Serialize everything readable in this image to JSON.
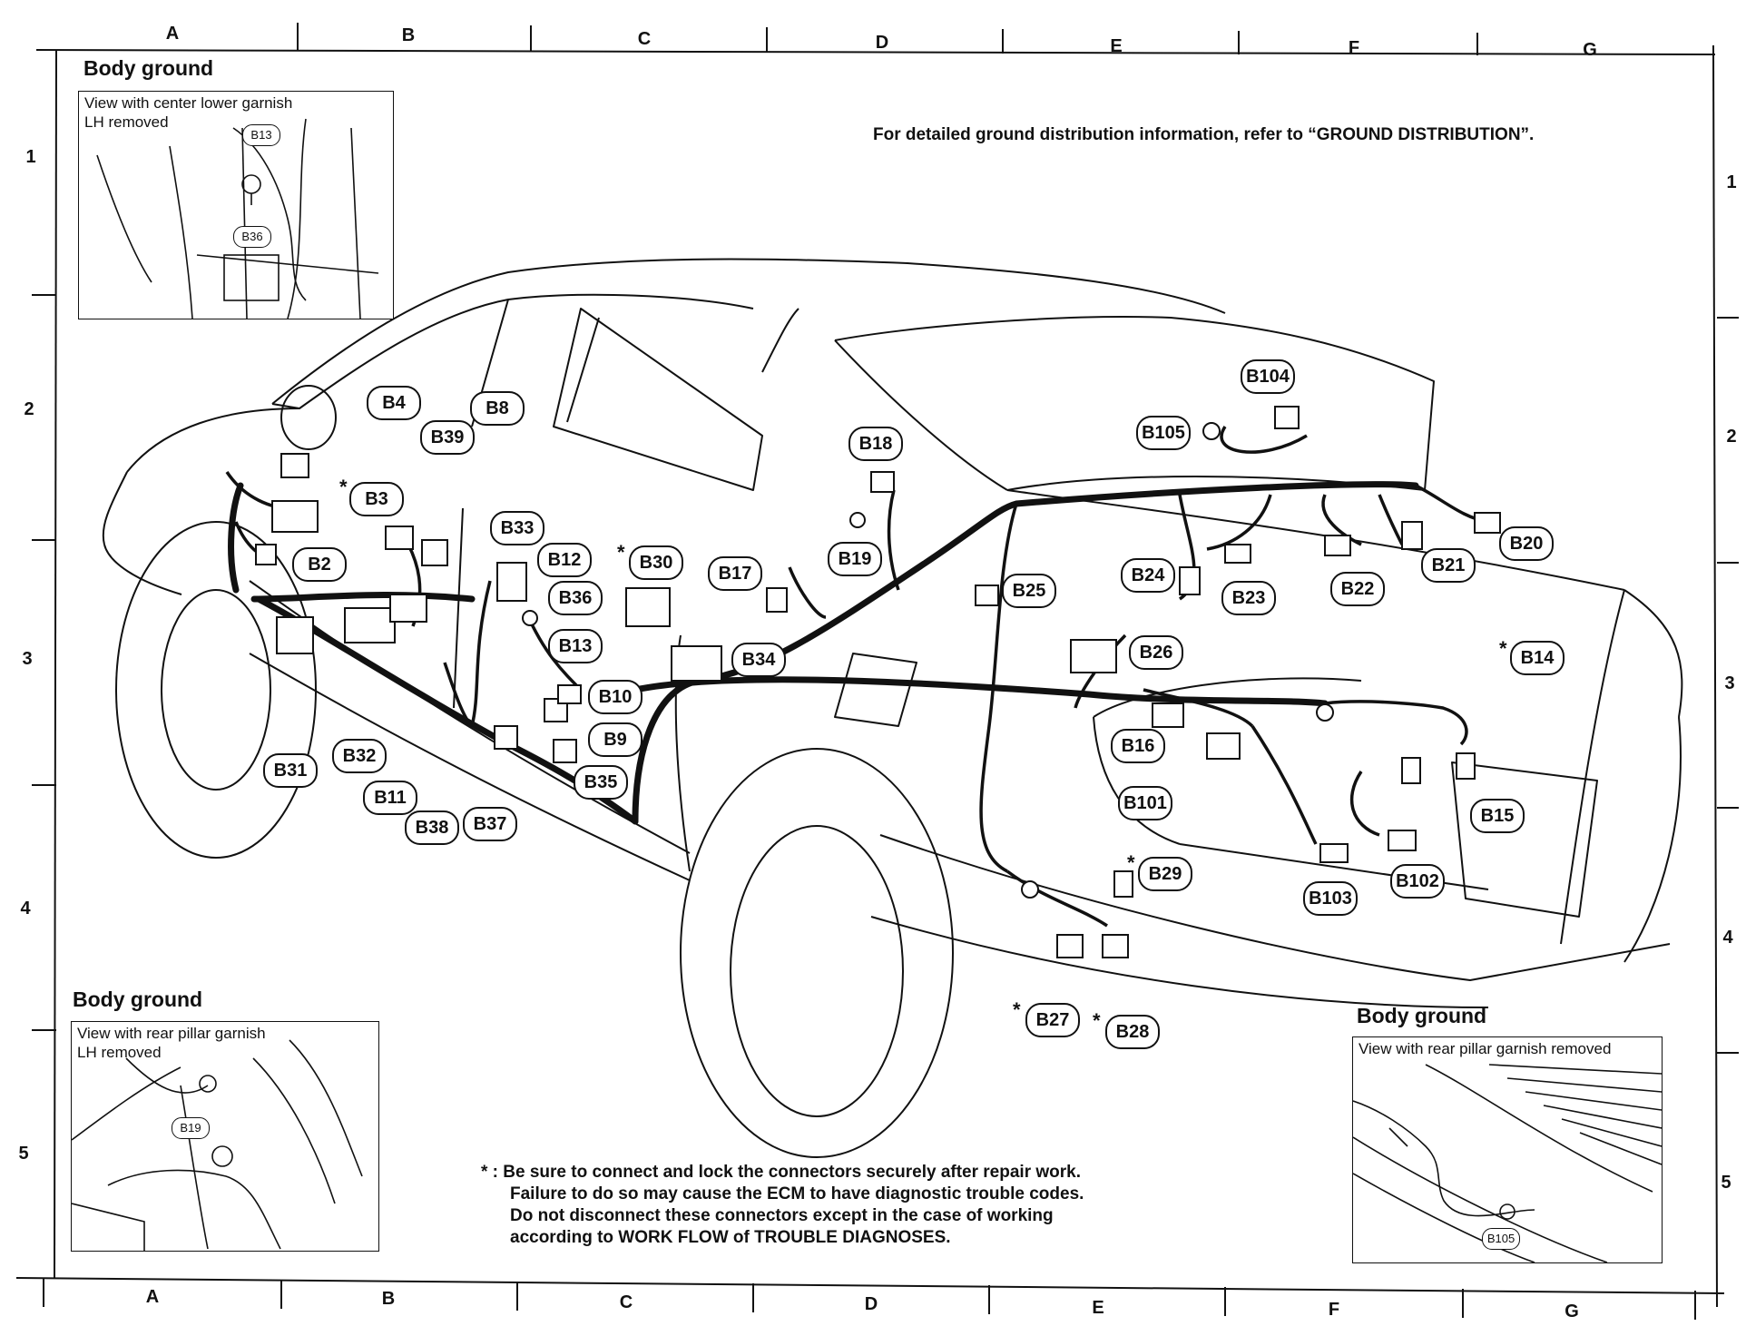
{
  "grid": {
    "columns": [
      "A",
      "B",
      "C",
      "D",
      "E",
      "F",
      "G"
    ],
    "rows": [
      "1",
      "2",
      "3",
      "4",
      "5"
    ]
  },
  "reference_note": "For detailed ground distribution information, refer to “GROUND DISTRIBUTION”.",
  "insets": {
    "top_left": {
      "title": "Body ground",
      "caption_line1": "View with center lower garnish",
      "caption_line2": "LH removed",
      "labels": [
        "B13",
        "B36"
      ]
    },
    "bottom_left": {
      "title": "Body ground",
      "caption_line1": "View with rear pillar garnish",
      "caption_line2": "LH removed",
      "labels": [
        "B19"
      ]
    },
    "bottom_right": {
      "title": "Body ground",
      "caption_line1": "View with rear pillar garnish removed",
      "labels": [
        "B105"
      ]
    }
  },
  "connectors": {
    "B4": "B4",
    "B8": "B8",
    "B39": "B39",
    "B3": "B3",
    "B2": "B2",
    "B33": "B33",
    "B12": "B12",
    "B36": "B36",
    "B13": "B13",
    "B30": "B30",
    "B17": "B17",
    "B18": "B18",
    "B19": "B19",
    "B10": "B10",
    "B9": "B9",
    "B35": "B35",
    "B34": "B34",
    "B31": "B31",
    "B32": "B32",
    "B11": "B11",
    "B38": "B38",
    "B37": "B37",
    "B104": "B104",
    "B105": "B105",
    "B24": "B24",
    "B23": "B23",
    "B22": "B22",
    "B21": "B21",
    "B20": "B20",
    "B25": "B25",
    "B26": "B26",
    "B14": "B14",
    "B16": "B16",
    "B101": "B101",
    "B15": "B15",
    "B29": "B29",
    "B103": "B103",
    "B102": "B102",
    "B27": "B27",
    "B28": "B28"
  },
  "star_marker": "*",
  "caution": {
    "marker": "* :",
    "line1": "Be sure to connect and lock the connectors securely after repair work.",
    "line2": "Failure to do so may cause the ECM to have diagnostic trouble codes.",
    "line3": "Do not disconnect these connectors except in the case of working",
    "line4": "according to WORK FLOW of TROUBLE DIAGNOSES."
  }
}
